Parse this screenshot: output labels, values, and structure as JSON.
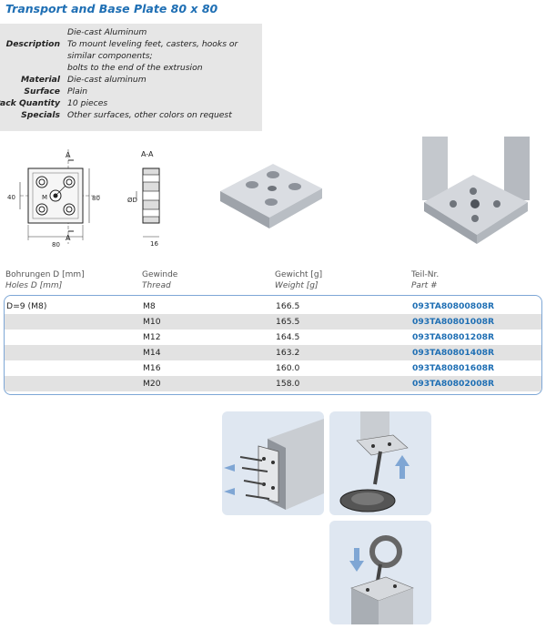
{
  "title": "Transport and Base Plate 80 x 80",
  "specs": [
    {
      "label": "",
      "value": "Die-cast Aluminum"
    },
    {
      "label": "Description",
      "value": "To mount leveling feet, casters, hooks or similar components;"
    },
    {
      "label": "",
      "value": "bolts to the end of the extrusion"
    },
    {
      "label": "Material",
      "value": "Die-cast aluminum"
    },
    {
      "label": "Surface",
      "value": "Plain"
    },
    {
      "label": "Pack Quantity",
      "value": "10 pieces"
    },
    {
      "label": "Specials",
      "value": "Other surfaces, other colors on request"
    }
  ],
  "drawing": {
    "section_label": "A-A",
    "mark_a": "A",
    "mark_m": "M",
    "dim_80": "80",
    "dim_40": "40",
    "dim_16": "16",
    "dim_d": "ØD"
  },
  "table": {
    "headers": [
      {
        "de": "Bohrungen D [mm]",
        "en": "Holes D [mm]"
      },
      {
        "de": "Gewinde",
        "en": "Thread"
      },
      {
        "de": "Gewicht [g]",
        "en": "Weight [g]"
      },
      {
        "de": "Teil-Nr.",
        "en": "Part #"
      }
    ],
    "rows": [
      {
        "holes": "D=9 (M8)",
        "thread": "M8",
        "weight": "166.5",
        "part": "093TA80800808R"
      },
      {
        "holes": "",
        "thread": "M10",
        "weight": "165.5",
        "part": "093TA80801008R"
      },
      {
        "holes": "",
        "thread": "M12",
        "weight": "164.5",
        "part": "093TA80801208R"
      },
      {
        "holes": "",
        "thread": "M14",
        "weight": "163.2",
        "part": "093TA80801408R"
      },
      {
        "holes": "",
        "thread": "M16",
        "weight": "160.0",
        "part": "093TA80801608R"
      },
      {
        "holes": "",
        "thread": "M20",
        "weight": "158.0",
        "part": "093TA80802008R"
      }
    ]
  },
  "colors": {
    "accent": "#1f6fb4",
    "spec_bg": "#e6e6e6",
    "row_alt": "#e2e2e2",
    "panel_bg": "#dfe7f1"
  }
}
